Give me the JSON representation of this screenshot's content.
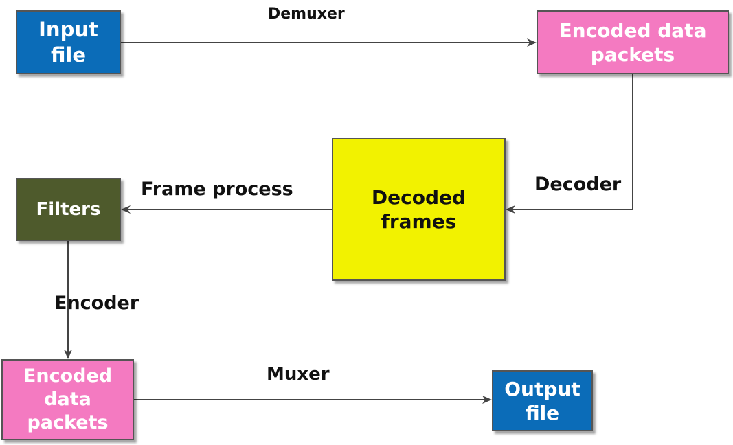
{
  "colors": {
    "input_box": "#0b6cb8",
    "encoded_box": "#f47ac1",
    "decoded_box": "#f2f200",
    "filters_box": "#4e5a2c",
    "output_box": "#0b6cb8",
    "arrow": "#444444"
  },
  "nodes": {
    "input_file": "Input\nfile",
    "encoded_packets_top": "Encoded data\npackets",
    "decoded_frames": "Decoded\nframes",
    "filters": "Filters",
    "encoded_packets_bottom": "Encoded\ndata\npackets",
    "output_file": "Output\nfile"
  },
  "edges": {
    "demuxer": "Demuxer",
    "decoder": "Decoder",
    "frame_process": "Frame process",
    "encoder": "Encoder",
    "muxer": "Muxer"
  }
}
